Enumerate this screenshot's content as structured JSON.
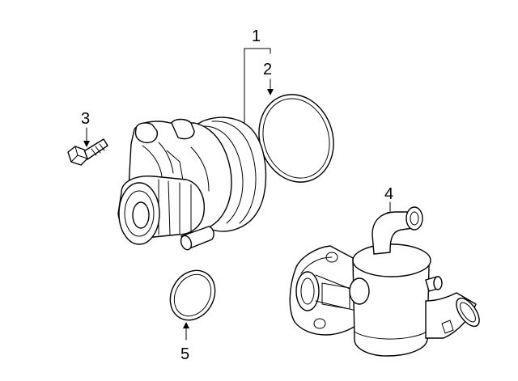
{
  "callouts": [
    {
      "id": "1"
    },
    {
      "id": "2"
    },
    {
      "id": "3"
    },
    {
      "id": "4"
    },
    {
      "id": "5"
    }
  ],
  "parts": [
    "water-pump",
    "pump-gasket",
    "bolt",
    "thermostat-housing",
    "thermostat-o-ring"
  ]
}
